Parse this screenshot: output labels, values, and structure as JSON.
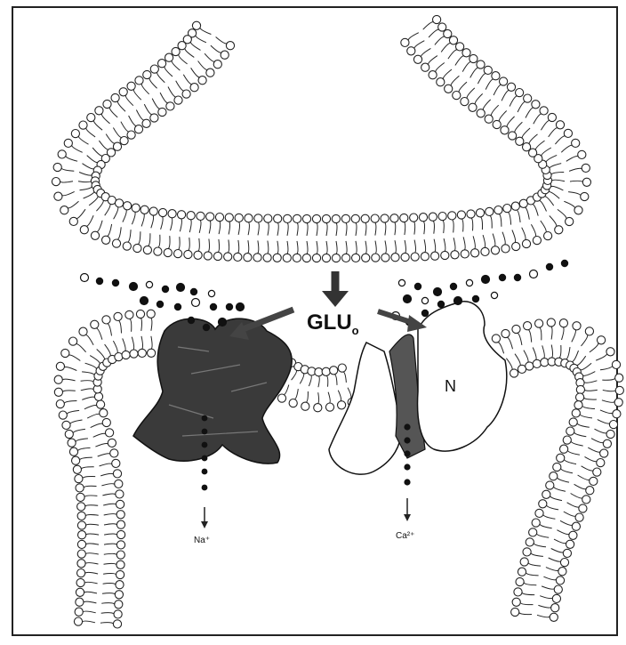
{
  "labels": {
    "neurotransmitter": "GLU",
    "neurotransmitter_sub": "o",
    "receptor_n": "N",
    "ion_left": "Na⁺",
    "ion_right": "Ca²⁺"
  }
}
